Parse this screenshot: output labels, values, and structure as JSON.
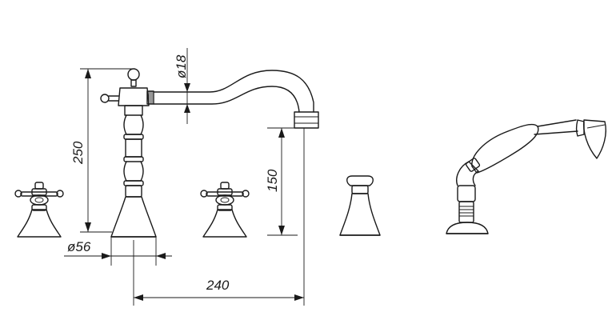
{
  "dimensions": {
    "faucet_height": "250",
    "spout_pipe_diameter": "ø18",
    "spout_outlet_height": "150",
    "base_diameter": "ø56",
    "spout_reach": "240"
  },
  "colors": {
    "line": "#1a1a1a",
    "background": "#ffffff"
  }
}
